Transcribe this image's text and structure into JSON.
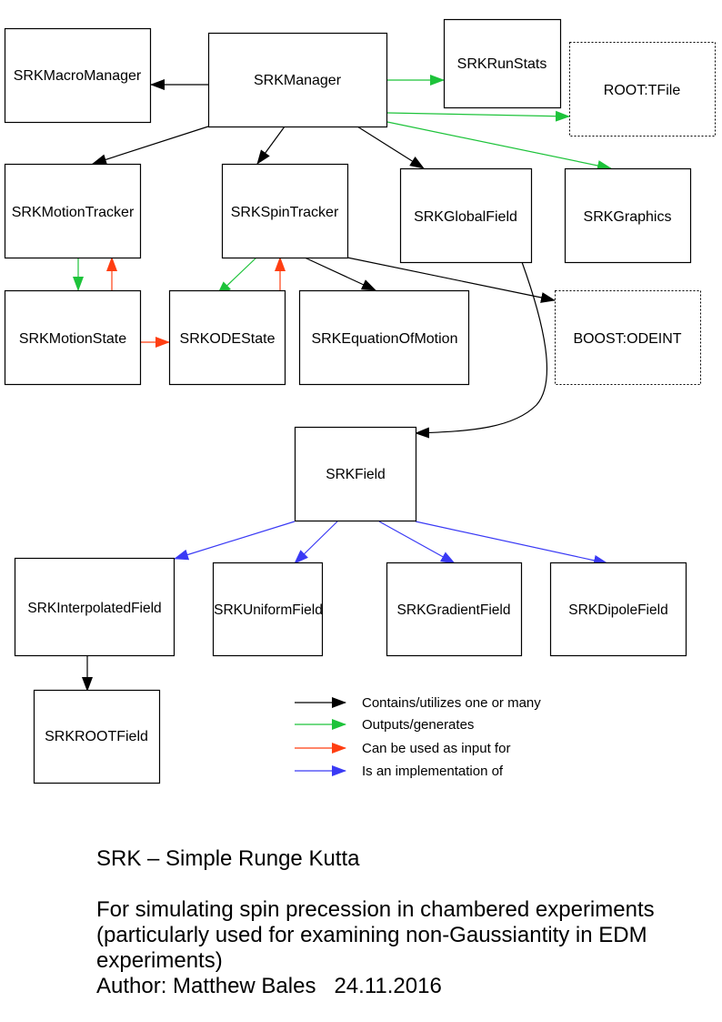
{
  "colors": {
    "contains": "#000000",
    "outputs": "#1dc33a",
    "input": "#ff3e12",
    "implementation": "#3a3af5"
  },
  "nodes": {
    "macro_manager": "SRKMacroManager",
    "manager": "SRKManager",
    "run_stats": "SRKRunStats",
    "root_tfile": "ROOT:TFile",
    "motion_tracker": "SRKMotionTracker",
    "spin_tracker": "SRKSpinTracker",
    "global_field": "SRKGlobalField",
    "graphics": "SRKGraphics",
    "motion_state": "SRKMotionState",
    "ode_state": "SRKODEState",
    "equation_of_motion": "SRKEquationOfMotion",
    "boost_odeint": "BOOST:ODEINT",
    "field": "SRKField",
    "interpolated_field": "SRKInterpolatedField",
    "uniform_field": "SRKUniformField",
    "gradient_field": "SRKGradientField",
    "dipole_field": "SRKDipoleField",
    "root_field": "SRKROOTField"
  },
  "edges": [
    {
      "from": "SRKManager",
      "to": "SRKMacroManager",
      "type": "contains"
    },
    {
      "from": "SRKManager",
      "to": "SRKRunStats",
      "type": "outputs"
    },
    {
      "from": "SRKManager",
      "to": "ROOT:TFile",
      "type": "outputs"
    },
    {
      "from": "SRKManager",
      "to": "SRKGraphics",
      "type": "outputs"
    },
    {
      "from": "SRKManager",
      "to": "SRKMotionTracker",
      "type": "contains"
    },
    {
      "from": "SRKManager",
      "to": "SRKSpinTracker",
      "type": "contains"
    },
    {
      "from": "SRKManager",
      "to": "SRKGlobalField",
      "type": "contains"
    },
    {
      "from": "SRKMotionTracker",
      "to": "SRKMotionState",
      "type": "outputs"
    },
    {
      "from": "SRKMotionState",
      "to": "SRKMotionTracker",
      "type": "input"
    },
    {
      "from": "SRKMotionState",
      "to": "SRKODEState",
      "type": "input"
    },
    {
      "from": "SRKSpinTracker",
      "to": "SRKODEState",
      "type": "outputs"
    },
    {
      "from": "SRKODEState",
      "to": "SRKSpinTracker",
      "type": "input"
    },
    {
      "from": "SRKSpinTracker",
      "to": "SRKEquationOfMotion",
      "type": "contains"
    },
    {
      "from": "SRKSpinTracker",
      "to": "BOOST:ODEINT",
      "type": "contains"
    },
    {
      "from": "SRKGlobalField",
      "to": "SRKField",
      "type": "contains"
    },
    {
      "from": "SRKInterpolatedField",
      "to": "SRKField",
      "type": "implementation"
    },
    {
      "from": "SRKUniformField",
      "to": "SRKField",
      "type": "implementation"
    },
    {
      "from": "SRKGradientField",
      "to": "SRKField",
      "type": "implementation"
    },
    {
      "from": "SRKDipoleField",
      "to": "SRKField",
      "type": "implementation"
    },
    {
      "from": "SRKInterpolatedField",
      "to": "SRKROOTField",
      "type": "contains"
    }
  ],
  "legend": [
    {
      "type": "contains",
      "label": "Contains/utilizes one or many"
    },
    {
      "type": "outputs",
      "label": "Outputs/generates"
    },
    {
      "type": "input",
      "label": "Can be used as input for"
    },
    {
      "type": "implementation",
      "label": "Is an implementation of"
    }
  ],
  "footer": {
    "title": "SRK – Simple Runge Kutta",
    "description": "For simulating spin precession in chambered experiments (particularly used for examining non-Gaussiantity in EDM experiments)",
    "author": "Author: Matthew Bales   24.11.2016"
  }
}
